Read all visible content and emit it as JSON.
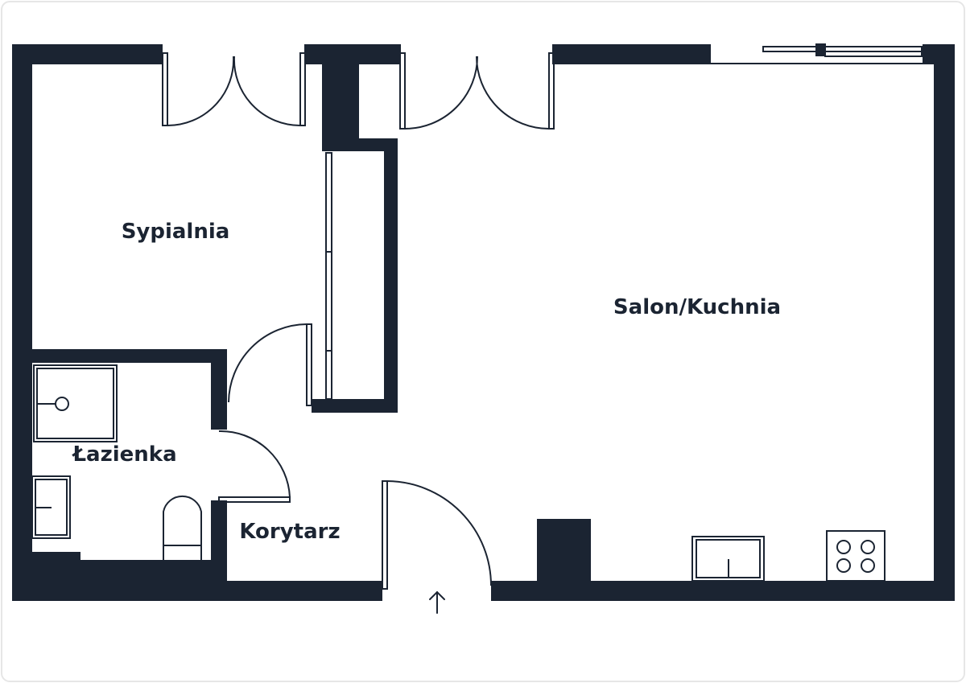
{
  "colors": {
    "wall": "#1b2432",
    "line": "#1b2432",
    "background": "#ffffff",
    "frame": "#e6e6e6"
  },
  "rooms": {
    "bedroom": "Sypialnia",
    "living_kitchen": "Salon/Kuchnia",
    "bathroom": "Łazienka",
    "corridor": "Korytarz"
  },
  "icons": {
    "entrance": "entrance-arrow-icon",
    "shower": "shower-icon",
    "sink": "sink-icon",
    "toilet": "toilet-icon",
    "kitchen_sink": "kitchen-sink-icon",
    "cooktop": "cooktop-icon"
  }
}
